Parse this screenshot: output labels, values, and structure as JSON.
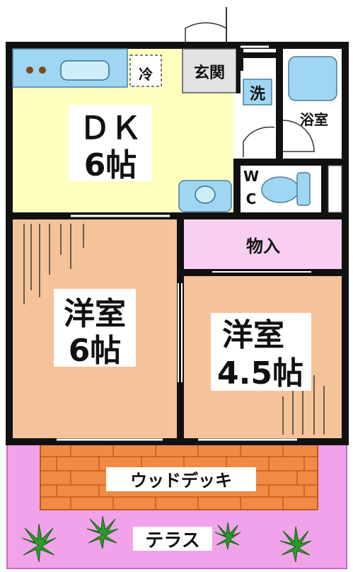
{
  "rooms": {
    "dk": {
      "name": "ＤＫ",
      "size": "6帖"
    },
    "western_left": {
      "name": "洋室",
      "size": "6帖"
    },
    "western_right": {
      "name": "洋室",
      "size": "4.5帖"
    },
    "storage": {
      "name": "物入"
    },
    "entrance": {
      "name": "玄関"
    },
    "washer": {
      "name": "洗"
    },
    "fridge": {
      "name": "冷"
    },
    "bath": {
      "name": "浴室"
    },
    "wc": {
      "name": "WC",
      "w": "W",
      "c": "C"
    }
  },
  "outdoor": {
    "deck": {
      "name": "ウッドデッキ"
    },
    "terrace": {
      "name": "テラス"
    }
  },
  "colors": {
    "wall": "#111111",
    "dk_floor": "#ffffc0",
    "western_floor": "#f5c39a",
    "storage_floor": "#f8cff0",
    "deck_floor": "#f08a44",
    "terrace_floor": "#f2a2ea",
    "fixtures": "#9fd6f2",
    "entrance_floor": "#e3e3e3",
    "plant": "#2f9a2f"
  },
  "icons": [
    "sink-icon",
    "stove-burner-icon",
    "refrigerator-icon",
    "bathtub-icon",
    "toilet-icon",
    "washbasin-icon",
    "door-swing-icon",
    "plant-icon"
  ]
}
